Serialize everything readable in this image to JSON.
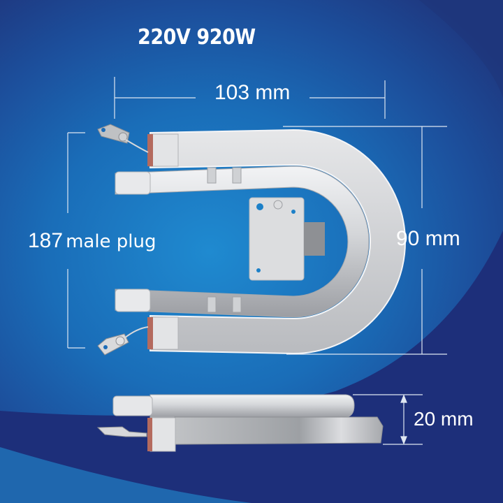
{
  "header": {
    "title": "220V 920W"
  },
  "dimensions": {
    "width": "103 mm",
    "height": "90 mm",
    "thickness": "20 mm"
  },
  "terminal_label": {
    "number": "187",
    "text": "male plug"
  },
  "colors": {
    "background_light": "#1f8ad0",
    "background_dark": "#1e3880",
    "wave": "#1d2f7a",
    "text": "#ffffff",
    "metal": "#c8c9cc",
    "insulator": "#b46a5e"
  }
}
